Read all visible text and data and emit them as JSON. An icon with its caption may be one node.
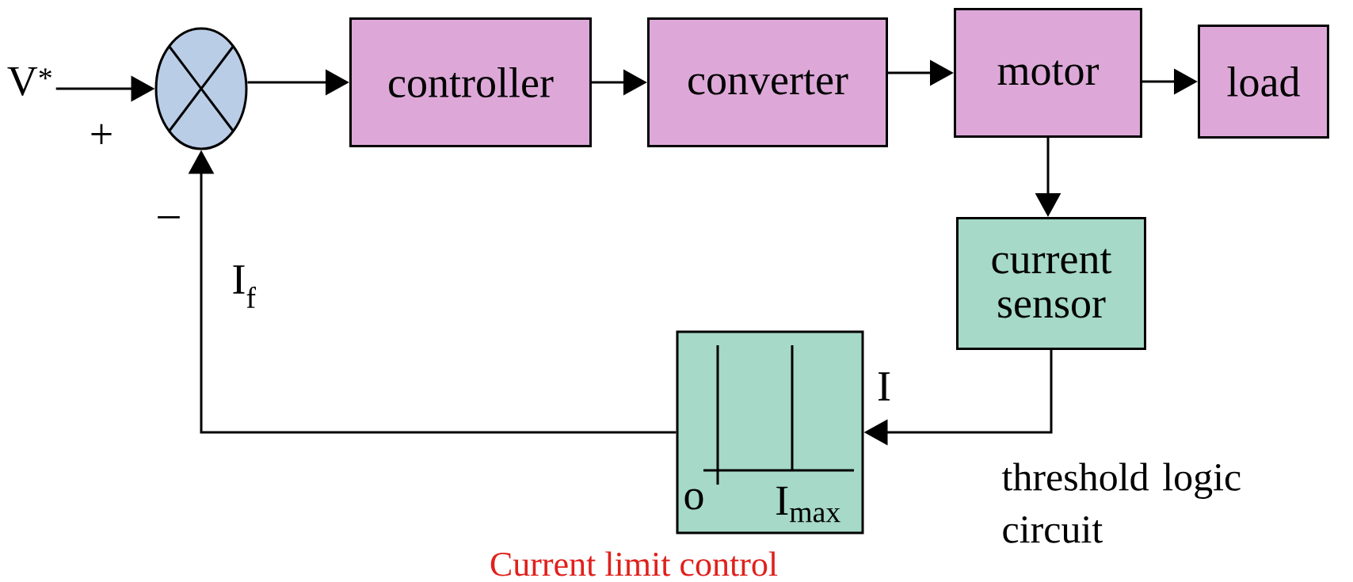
{
  "diagram": {
    "caption": "Current limit control",
    "nodes": [
      {
        "text": [
          "V$^{*}$"
        ]
      },
      {
        "text": [],
        "shape": "circle"
      },
      {
        "text": [
          "controller"
        ]
      },
      {
        "text": [
          "converter"
        ]
      },
      {
        "text": [
          "motor"
        ]
      },
      {
        "text": [
          "load"
        ]
      },
      {
        "text": [
          "current sensor"
        ]
      },
      {
        "text": [
          "o",
          "I$_{max}$"
        ],
        "beside": [
          "threshold logic circuit"
        ]
      }
    ],
    "edges": [
      {
        "from": 0,
        "to": 1,
        "arrow": "to"
      },
      {
        "from": 1,
        "to": 2,
        "arrow": "to"
      },
      {
        "from": 2,
        "to": 3,
        "arrow": "to"
      },
      {
        "from": 3,
        "to": 4,
        "arrow": "to"
      },
      {
        "from": 4,
        "to": 5,
        "arrow": "to"
      },
      {
        "from": 4,
        "to": 6,
        "arrow": "to"
      },
      {
        "from": 6,
        "to": 7,
        "arrow": "to"
      },
      {
        "from": 7,
        "to": 1,
        "arrow": "to"
      }
    ],
    "labels": [
      "+",
      "–",
      "I$_{f}$",
      "I"
    ]
  }
}
